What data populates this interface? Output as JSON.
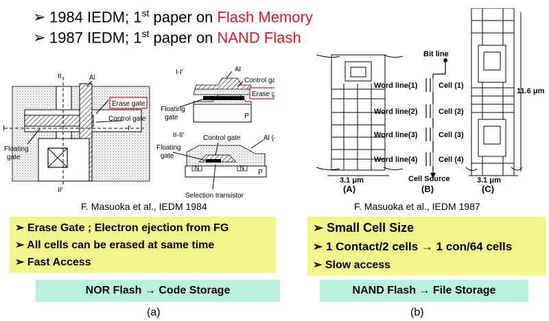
{
  "header": {
    "line1_prefix": "1984 IEDM; 1",
    "line1_sup": "st",
    "line1_mid": " paper on ",
    "line1_highlight": "Flash Memory",
    "line2_prefix": "1987 IEDM; 1",
    "line2_sup": "st",
    "line2_mid": " paper on ",
    "line2_highlight": "NAND Flash",
    "highlight_color": "#e8141e"
  },
  "left_figure": {
    "top_view": {
      "label_II": "II",
      "label_Al": "Al",
      "label_erase_gate": "Erase gate",
      "label_control_gate": "Control gate",
      "label_I": "I",
      "label_I_prime": "I′",
      "label_floating": "Floating",
      "label_gate": "gate",
      "label_II_prime": "II′"
    },
    "section_I": {
      "label_section": "I-I′",
      "label_Al": "Al",
      "label_control_gate": "Control gate",
      "label_erase_gate": "Erase gate",
      "label_floating": "Floating",
      "label_gate": "gate",
      "label_P": "P"
    },
    "section_II": {
      "label_section": "II-II′",
      "label_control_gate": "Control gate",
      "label_Al_digit": "Al (digit line)",
      "label_floating": "Floating",
      "label_gate": "gate",
      "label_N1": "N",
      "label_N2": "N",
      "label_P": "P",
      "label_selection": "Selection transistor"
    },
    "citation": "F. Masuoka et al., IEDM 1984"
  },
  "right_figure": {
    "label_A": "(A)",
    "label_B": "(B)",
    "label_C": "(C)",
    "dim_A": "3.1 μm",
    "dim_C": "3.1 μm",
    "dim_height": "11.6 μm",
    "bit_line": "Bit line",
    "cell_source": "Cell Source",
    "word_lines": [
      "Word line(1)",
      "Word line(2)",
      "Word line(3)",
      "Word line(4)"
    ],
    "cells": [
      "Cell (1)",
      "Cell (2)",
      "Cell (3)",
      "Cell (4)"
    ],
    "citation": "F. Masuoka et al., IEDM 1987"
  },
  "left_bullets": {
    "arrow": "➢",
    "items": [
      "Erase Gate ; Electron ejection from FG",
      "All cells can be erased at same time",
      "Fast Access"
    ]
  },
  "right_bullets": {
    "arrow": "➢",
    "items": [
      "Small Cell Size",
      "1 Contact/2 cells → 1 con/64 cells",
      "Slow access"
    ]
  },
  "left_summary": "NOR Flash → Code Storage",
  "right_summary": "NAND Flash → File Storage",
  "caption_a": "(a)",
  "caption_b": "(b)"
}
